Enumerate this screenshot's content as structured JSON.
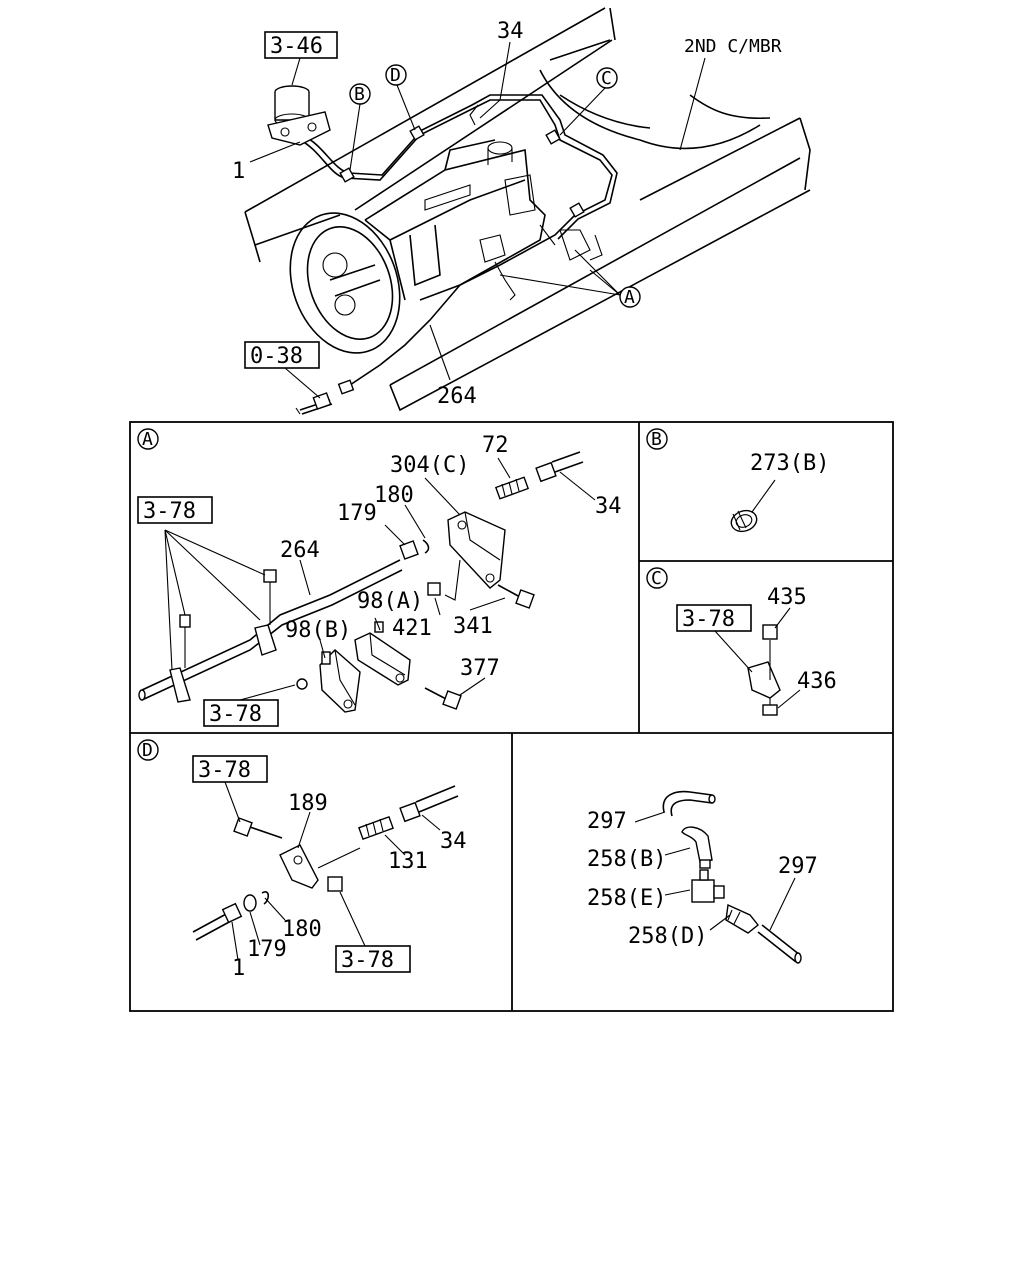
{
  "main_view": {
    "ref_3_46": "3-46",
    "ref_0_38": "0-38",
    "label_34": "34",
    "label_1": "1",
    "label_264": "264",
    "label_2nd_cmbr": "2ND C/MBR",
    "callout_a": "A",
    "callout_b": "B",
    "callout_c": "C",
    "callout_d": "D"
  },
  "panel_a": {
    "tag": "A",
    "ref_3_78_top": "3-78",
    "ref_3_78_bottom": "3-78",
    "labels": [
      "304(C)",
      "72",
      "180",
      "179",
      "34",
      "264",
      "98(A)",
      "421",
      "341",
      "98(B)",
      "377"
    ]
  },
  "panel_b": {
    "tag": "B",
    "labels": [
      "273(B)"
    ]
  },
  "panel_c": {
    "tag": "C",
    "ref_3_78": "3-78",
    "labels": [
      "435",
      "436"
    ]
  },
  "panel_d": {
    "tag": "D",
    "ref_3_78_top": "3-78",
    "ref_3_78_bottom": "3-78",
    "labels": [
      "189",
      "131",
      "34",
      "180",
      "179",
      "1"
    ]
  },
  "panel_e": {
    "labels": [
      "297",
      "258(B)",
      "258(E)",
      "258(D)",
      "297"
    ]
  }
}
